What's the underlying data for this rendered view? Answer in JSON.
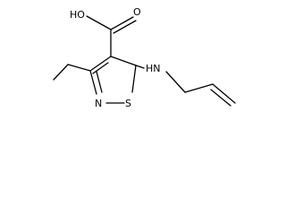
{
  "molecule": {
    "labels": {
      "hydroxyl": "HO",
      "carbonyl_oxygen": "O",
      "amine": "HN",
      "ring_nitrogen": "N",
      "ring_sulfur": "S"
    },
    "colors": {
      "bond": "#000000",
      "label": "#000000",
      "background": "#ffffff"
    }
  }
}
